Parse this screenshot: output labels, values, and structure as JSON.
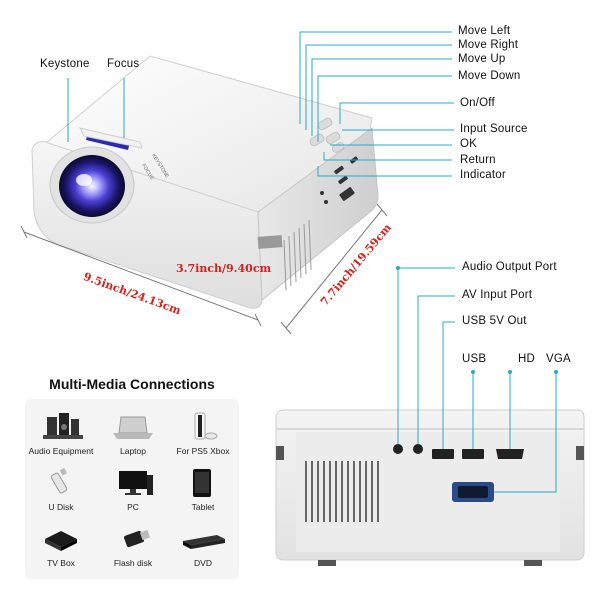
{
  "callouts_top": {
    "keystone": "Keystone",
    "focus": "Focus",
    "move_left": "Move Left",
    "move_right": "Move Right",
    "move_up": "Move Up",
    "move_down": "Move Down",
    "on_off": "On/Off",
    "input_source": "Input Source",
    "ok": "OK",
    "return": "Return",
    "indicator": "Indicator"
  },
  "dimensions": {
    "width": "9.5inch/24.13cm",
    "height": "3.7inch/9.40cm",
    "depth": "7.7inch/19.59cm"
  },
  "device_text": {
    "focus": "FOCUS",
    "keystone": "KEYSTONE"
  },
  "ports": {
    "audio_output": "Audio Output Port",
    "av_input": "AV Input Port",
    "usb_5v": "USB 5V Out",
    "usb": "USB",
    "hd": "HD",
    "vga": "VGA"
  },
  "multimedia": {
    "title": "Multi-Media Connections",
    "items": [
      {
        "label": "Audio Equipment",
        "icon": "speaker-icon"
      },
      {
        "label": "Laptop",
        "icon": "laptop-icon"
      },
      {
        "label": "For PS5 Xbox",
        "icon": "console-icon"
      },
      {
        "label": "U Disk",
        "icon": "usb-drive-icon"
      },
      {
        "label": "PC",
        "icon": "pc-icon"
      },
      {
        "label": "Tablet",
        "icon": "tablet-icon"
      },
      {
        "label": "TV Box",
        "icon": "tv-box-icon"
      },
      {
        "label": "Flash disk",
        "icon": "flash-disk-icon"
      },
      {
        "label": "DVD",
        "icon": "dvd-icon"
      }
    ]
  },
  "colors": {
    "accent_line": "#2aa9c9",
    "dimension_text": "#d6211c",
    "panel_bg": "#f4f4f4"
  }
}
